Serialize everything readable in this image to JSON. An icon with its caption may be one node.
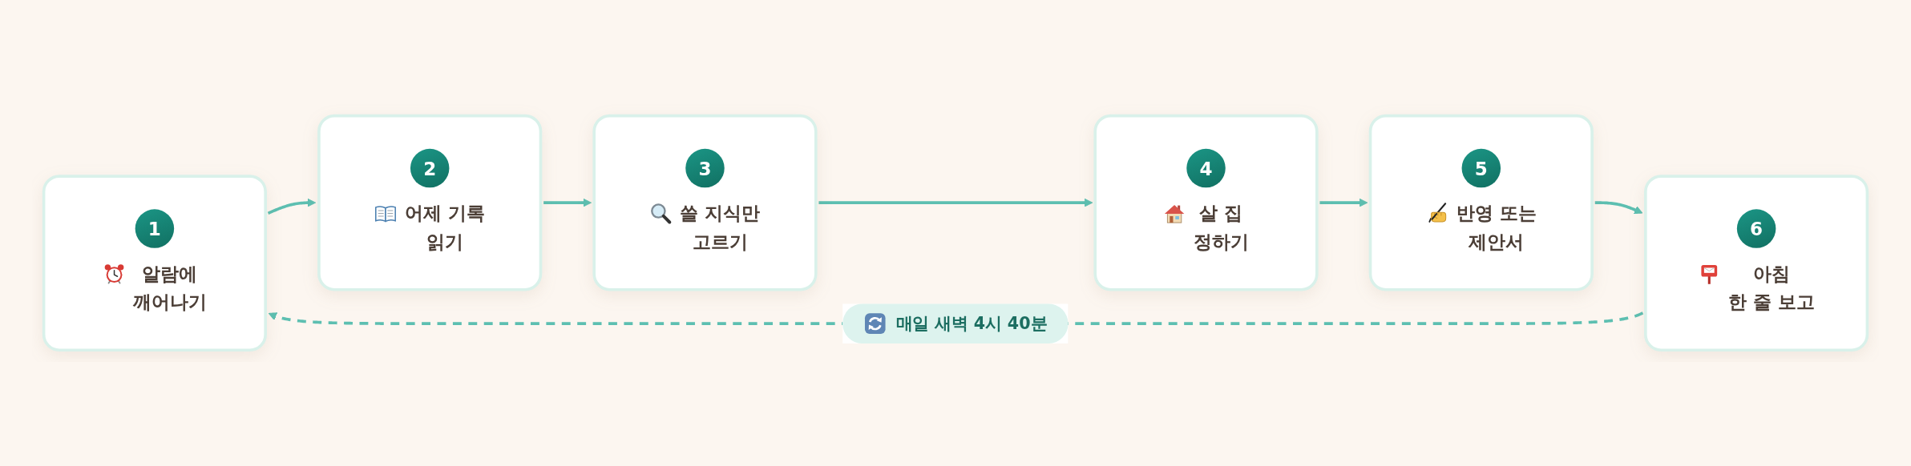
{
  "diagram": {
    "nodes": [
      {
        "text": [
          "1",
          "알람에 깨어나기"
        ]
      },
      {
        "text": [
          "2",
          "어제 기록 읽기"
        ]
      },
      {
        "text": [
          "3",
          "쓸 지식만 고르기"
        ]
      },
      {
        "text": [
          "4",
          "살 집 정하기"
        ]
      },
      {
        "text": [
          "5",
          "반영 또는 제안서"
        ]
      },
      {
        "text": [
          "6",
          "아침 한 줄 보고"
        ]
      }
    ],
    "edges": [
      {
        "from": 0,
        "to": 1,
        "arrow": "to"
      },
      {
        "from": 1,
        "to": 2,
        "arrow": "to"
      },
      {
        "from": 2,
        "to": 3,
        "arrow": "to"
      },
      {
        "from": 3,
        "to": 4,
        "arrow": "to"
      },
      {
        "from": 4,
        "to": 5,
        "arrow": "to"
      },
      {
        "from": 5,
        "to": 0,
        "arrow": "to",
        "label": "매일 새벽 4시 40분",
        "style": "dashed"
      }
    ]
  }
}
